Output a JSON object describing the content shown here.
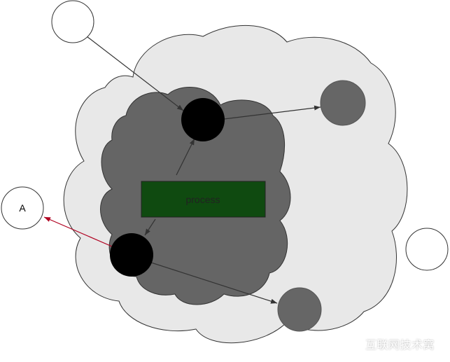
{
  "diagram": {
    "nodes": {
      "process_label": "process",
      "external_node_label": "A"
    },
    "colors": {
      "outer_cloud": "#e8e8e8",
      "inner_cloud": "#656565",
      "process_box": "#0f4a10",
      "black_node": "#000000",
      "grey_node": "#666666",
      "white_node": "#ffffff",
      "arrow": "#333333",
      "red_arrow": "#b00020"
    }
  },
  "watermark": {
    "icon": "wechat-logo-icon",
    "text": "互联网技术窝"
  }
}
